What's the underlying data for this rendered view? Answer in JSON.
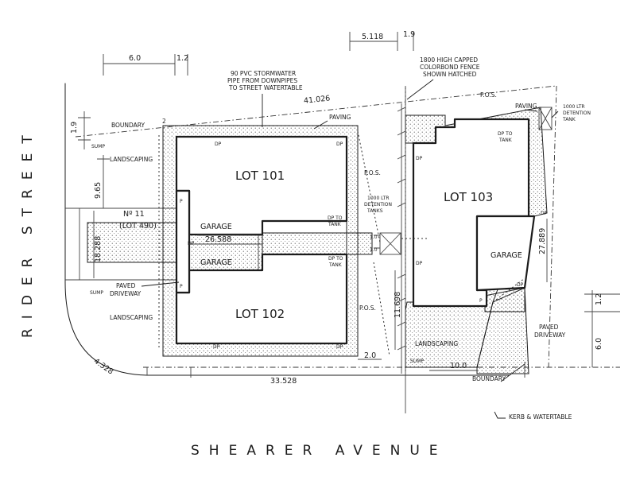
{
  "streets": {
    "side": "RIDER STREET",
    "front": "SHEARER AVENUE"
  },
  "lots": {
    "lot101": "LOT 101",
    "lot102": "LOT 102",
    "lot103": "LOT 103"
  },
  "existing": {
    "number": "Nº 11",
    "lot": "(LOT 490)"
  },
  "labels": {
    "garage": "GARAGE",
    "boundary": "BOUNDARY",
    "paving": "PAVING",
    "landscaping": "LANDSCAPING",
    "pos": "P.O.S.",
    "paved_driveway_1": "PAVED",
    "paved_driveway_2": "DRIVEWAY",
    "sump": "SUMP",
    "kerb": "KERB & WATERTABLE",
    "dp": "DP",
    "dp_to_tank_1": "DP TO",
    "dp_to_tank_2": "TANK",
    "p": "P",
    "detention_1": "1000 LTR",
    "detention_2": "DETENTION",
    "detention_3": "TANKS",
    "detention_right_1": "1000 LTR",
    "detention_right_2": "DETENTION",
    "detention_right_3": "TANK",
    "stormwater_1": "90 PVC STORMWATER",
    "stormwater_2": "PIPE FROM DOWNPIPES",
    "stormwater_3": "TO STREET WATERTABLE",
    "fence_1": "1800 HIGH CAPPED",
    "fence_2": "COLORBOND FENCE",
    "fence_3": "SHOWN HATCHED",
    "two": "2",
    "tick": "T"
  },
  "dims": {
    "d6_0_top": "6.0",
    "d1_2_top": "1.2",
    "d5_118": "5.118",
    "d1_9_top": "1.9",
    "d41_026": "41.026",
    "d1_9_left": "1.9",
    "d9_65": "9.65",
    "d18_288": "18.288",
    "d26_588": "26.588",
    "d1_0_a": "1.0",
    "d1_0_b": "1.0",
    "d11_698": "11.698",
    "d27_889": "27.889",
    "d1_2_right": "1.2",
    "d6_0_right": "6.0",
    "d2_0": "2.0",
    "d10_0": "10.0",
    "d33_528": "33.528",
    "d4_328": "4.328"
  }
}
